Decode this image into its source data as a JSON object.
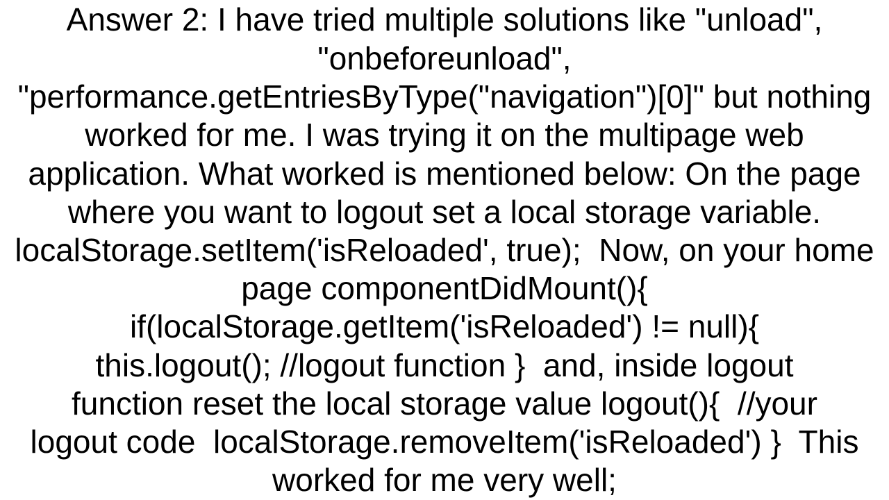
{
  "answer": {
    "lines": [
      "Answer 2: I have tried multiple solutions like \"unload\",",
      "\"onbeforeunload\",",
      "\"performance.getEntriesByType(\"navigation\")[0]\" but nothing",
      "worked for me. I was trying it on the multipage web",
      "application. What worked is mentioned below: On the page",
      "where you want to logout set a local storage variable.",
      "localStorage.setItem('isReloaded', true);  Now, on your home",
      "page componentDidMount(){",
      "if(localStorage.getItem('isReloaded') != null){",
      "this.logout(); //logout function }  and, inside logout",
      "function reset the local storage value logout(){  //your",
      "logout code  localStorage.removeItem('isReloaded') }  This",
      "worked for me very well;"
    ]
  }
}
